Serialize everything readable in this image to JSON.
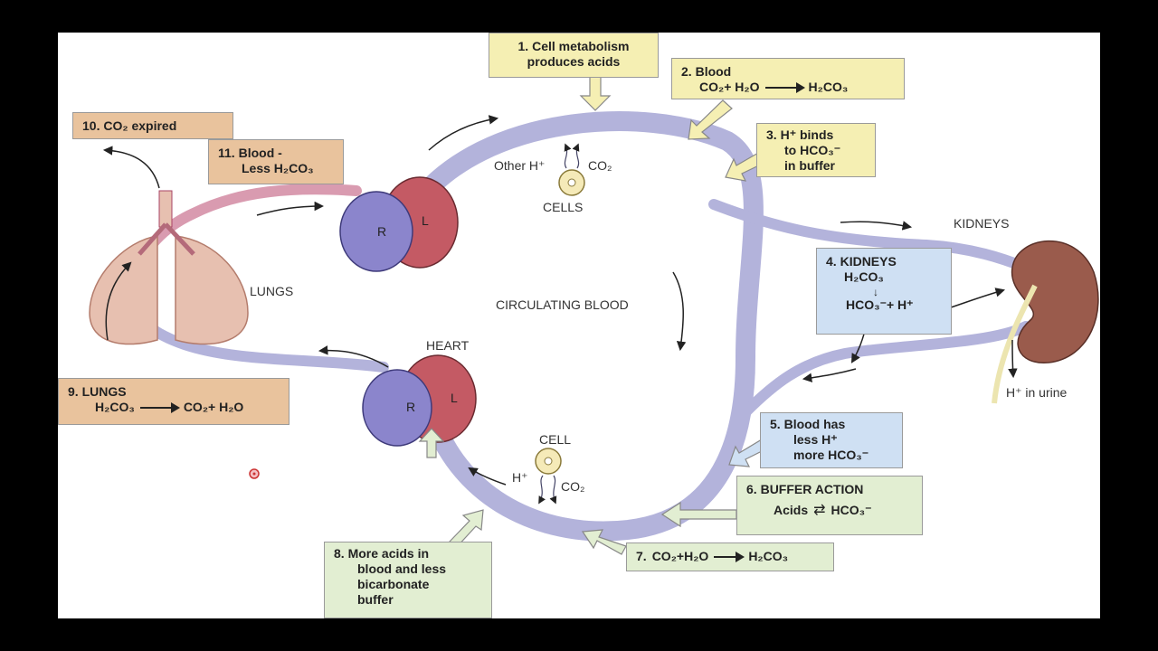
{
  "boxes": {
    "b1": {
      "num": "1.",
      "line1": "Cell metabolism",
      "line2": "produces acids"
    },
    "b2": {
      "num": "2.",
      "title": "Blood",
      "left": "CO₂+ H₂O",
      "right": "H₂CO₃"
    },
    "b3": {
      "num": "3.",
      "line1": "H⁺ binds",
      "line2": "to HCO₃⁻",
      "line3": "in buffer"
    },
    "b4": {
      "num": "4.",
      "title": "KIDNEYS",
      "formula1": "H₂CO₃",
      "formula2": "HCO₃⁻+ H⁺"
    },
    "b5": {
      "num": "5.",
      "line1": "Blood has",
      "line2": "less H⁺",
      "line3": "more HCO₃⁻"
    },
    "b6": {
      "num": "6.",
      "title": "BUFFER ACTION",
      "left": "Acids",
      "right": "HCO₃⁻"
    },
    "b7": {
      "num": "7.",
      "left": "CO₂+H₂O",
      "right": "H₂CO₃"
    },
    "b8": {
      "num": "8.",
      "line1": "More acids in",
      "line2": "blood and less",
      "line3": "bicarbonate",
      "line4": "buffer"
    },
    "b9": {
      "num": "9.",
      "title": "LUNGS",
      "left": "H₂CO₃",
      "right": "CO₂+ H₂O"
    },
    "b10": {
      "num": "10.",
      "text": "CO₂ expired"
    },
    "b11": {
      "num": "11.",
      "line1": "Blood -",
      "line2": "Less H₂CO₃"
    }
  },
  "labels": {
    "lungs": "LUNGS",
    "heart": "HEART",
    "kidneys": "KIDNEYS",
    "circulating": "CIRCULATING BLOOD",
    "cells": "CELLS",
    "cell": "CELL",
    "other_h": "Other H⁺",
    "co2_top": "CO₂",
    "h_plus": "H⁺",
    "co2_bottom": "CO₂",
    "urine": "H⁺ in urine",
    "heart_top_r": "R",
    "heart_top_l": "L",
    "heart_bottom_r": "R",
    "heart_bottom_l": "L"
  },
  "colors": {
    "vessel_blue": "#b3b3db",
    "vessel_pink": "#d99bb0",
    "heart_red": "#c45a64",
    "heart_blue": "#8b85cc",
    "lung_tan": "#e7c0b0",
    "kidney": "#9a5b4c"
  }
}
